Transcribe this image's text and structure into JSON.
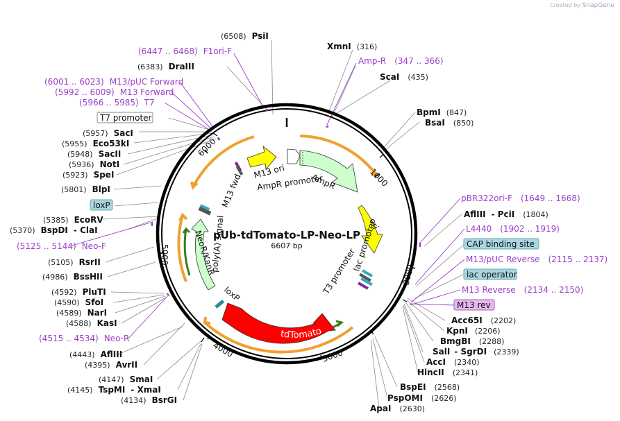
{
  "header": {
    "credit_prefix": "Created by",
    "credit_brand": "SnapGene"
  },
  "map": {
    "title": "pUb-tdTomato-LP-Neo-LP",
    "length": "6607 bp"
  },
  "ticks": [
    "1000",
    "2000",
    "3000",
    "4000",
    "5000",
    "6000"
  ],
  "features": {
    "m13_ori": "M13 ori",
    "ampr_promoter": "AmpR promoter",
    "ampr": "AmpR",
    "ori": "ori",
    "lac_promoter": "lac promoter",
    "t3_promoter": "T3 promoter",
    "tdtomato": "tdTomato",
    "loxp_inner": "loxP",
    "neor": "NeoR/KanR",
    "polya": "poly(A) signal",
    "m13_fwd": "M13 fwd"
  },
  "sites": [
    {
      "pos": "(6508)",
      "name": "PsiI"
    },
    {
      "pos": "(6383)",
      "name": "DraIII"
    },
    {
      "pos": "(316)",
      "name": "XmnI"
    },
    {
      "pos": "(435)",
      "name": "ScaI"
    },
    {
      "pos": "(847)",
      "name": "BpmI"
    },
    {
      "pos": "(850)",
      "name": "BsaI"
    },
    {
      "pos": "(5957)",
      "name": "SacI"
    },
    {
      "pos": "(5955)",
      "name": "Eco53kI"
    },
    {
      "pos": "(5948)",
      "name": "SacII"
    },
    {
      "pos": "(5936)",
      "name": "NotI"
    },
    {
      "pos": "(5923)",
      "name": "SpeI"
    },
    {
      "pos": "(5801)",
      "name": "BlpI"
    },
    {
      "pos": "(5385)",
      "name": "EcoRV"
    },
    {
      "pos": "(5370)",
      "name": "BspDI",
      "name2": "ClaI"
    },
    {
      "pos": "(5105)",
      "name": "RsrII"
    },
    {
      "pos": "(4986)",
      "name": "BssHII"
    },
    {
      "pos": "(4592)",
      "name": "PluTI"
    },
    {
      "pos": "(4590)",
      "name": "SfoI"
    },
    {
      "pos": "(4589)",
      "name": "NarI"
    },
    {
      "pos": "(4588)",
      "name": "KasI"
    },
    {
      "pos": "(4443)",
      "name": "AflIII"
    },
    {
      "pos": "(4395)",
      "name": "AvrII"
    },
    {
      "pos": "(4147)",
      "name": "SmaI"
    },
    {
      "pos": "(4145)",
      "name": "TspMI",
      "name2": "XmaI"
    },
    {
      "pos": "(4134)",
      "name": "BsrGI"
    },
    {
      "pos": "(1804)",
      "name": "AflIII",
      "name2": "PciI"
    },
    {
      "pos": "(2202)",
      "name": "Acc65I"
    },
    {
      "pos": "(2206)",
      "name": "KpnI"
    },
    {
      "pos": "(2288)",
      "name": "BmgBI"
    },
    {
      "pos": "(2339)",
      "name": "SalI",
      "name2": "SgrDI"
    },
    {
      "pos": "(2340)",
      "name": "AccI"
    },
    {
      "pos": "(2341)",
      "name": "HincII"
    },
    {
      "pos": "(2568)",
      "name": "BspEI"
    },
    {
      "pos": "(2626)",
      "name": "PspOMI"
    },
    {
      "pos": "(2630)",
      "name": "ApaI"
    }
  ],
  "primers": [
    {
      "range": "(6447 .. 6468)",
      "name": "F1ori-F"
    },
    {
      "range": "(347 .. 366)",
      "name": "Amp-R"
    },
    {
      "range": "(6001 .. 6023)",
      "name": "M13/pUC Forward"
    },
    {
      "range": "(5992 .. 6009)",
      "name": "M13 Forward"
    },
    {
      "range": "(5966 .. 5985)",
      "name": "T7"
    },
    {
      "range": "(5125 .. 5144)",
      "name": "Neo-F"
    },
    {
      "range": "(4515 .. 4534)",
      "name": "Neo-R"
    },
    {
      "range": "(1649 .. 1668)",
      "name": "pBR322ori-F"
    },
    {
      "range": "(1902 .. 1919)",
      "name": "L4440"
    },
    {
      "range": "(2115 .. 2137)",
      "name": "M13/pUC Reverse"
    },
    {
      "range": "(2134 .. 2150)",
      "name": "M13 Reverse"
    }
  ],
  "boxed": {
    "t7_promoter": "T7 promoter",
    "loxp": "loxP",
    "cap": "CAP binding site",
    "lac_operator": "lac operator",
    "m13_rev": "M13 rev"
  },
  "colors": {
    "primer": "#9b3ec8",
    "tdtomato": "#ff0000",
    "ori": "#ffff00",
    "ampr": "#ccffcc",
    "orf_arc": "#f0a030",
    "orf_inner": "#3a7d1a"
  }
}
